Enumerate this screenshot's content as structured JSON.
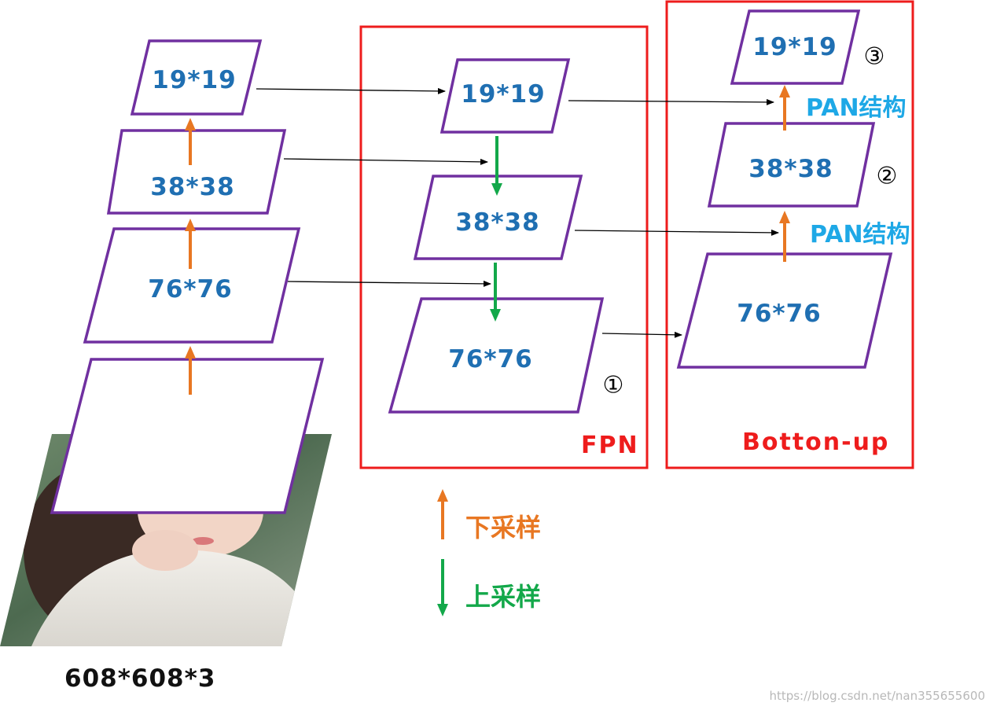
{
  "backbone": {
    "input_label": "608*608*3",
    "levels": [
      "76*76",
      "38*38",
      "19*19"
    ]
  },
  "fpn": {
    "title": "FPN",
    "levels": [
      "19*19",
      "38*38",
      "76*76"
    ],
    "marker": "①"
  },
  "bottom_up": {
    "title": "Botton-up",
    "levels": [
      "19*19",
      "38*38",
      "76*76"
    ],
    "markers": [
      "③",
      "②"
    ],
    "pan_labels": [
      "PAN结构",
      "PAN结构"
    ]
  },
  "legend": {
    "downsample": "下采样",
    "upsample": "上采样"
  },
  "watermark": "https://blog.csdn.net/nan355655600",
  "colors": {
    "box_border": "#7030a0",
    "box_text": "#1f6fb2",
    "frame": "#ee1c1c",
    "pan_text": "#1ea8e6",
    "downsample": "#e87722",
    "upsample": "#13a84a"
  }
}
